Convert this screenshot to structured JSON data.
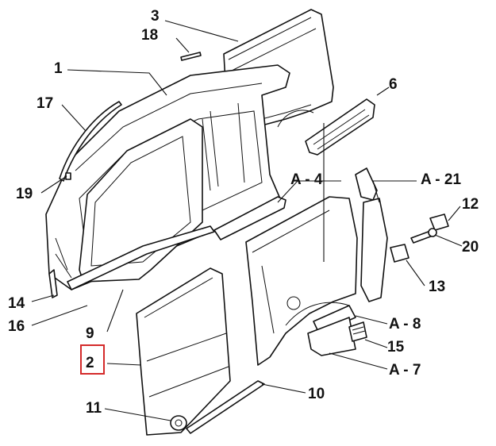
{
  "labels": {
    "l3": "3",
    "l18": "18",
    "l1": "1",
    "l17": "17",
    "l6": "6",
    "l19": "19",
    "lA4": "A - 4",
    "lA21": "A - 21",
    "l12": "12",
    "l20": "20",
    "l13": "13",
    "l14": "14",
    "l16": "16",
    "lA8": "A - 8",
    "l9": "9",
    "l2": "2",
    "l15": "15",
    "lA7": "A - 7",
    "l10": "10",
    "l11": "11"
  },
  "highlight_color": "#d42a2a"
}
